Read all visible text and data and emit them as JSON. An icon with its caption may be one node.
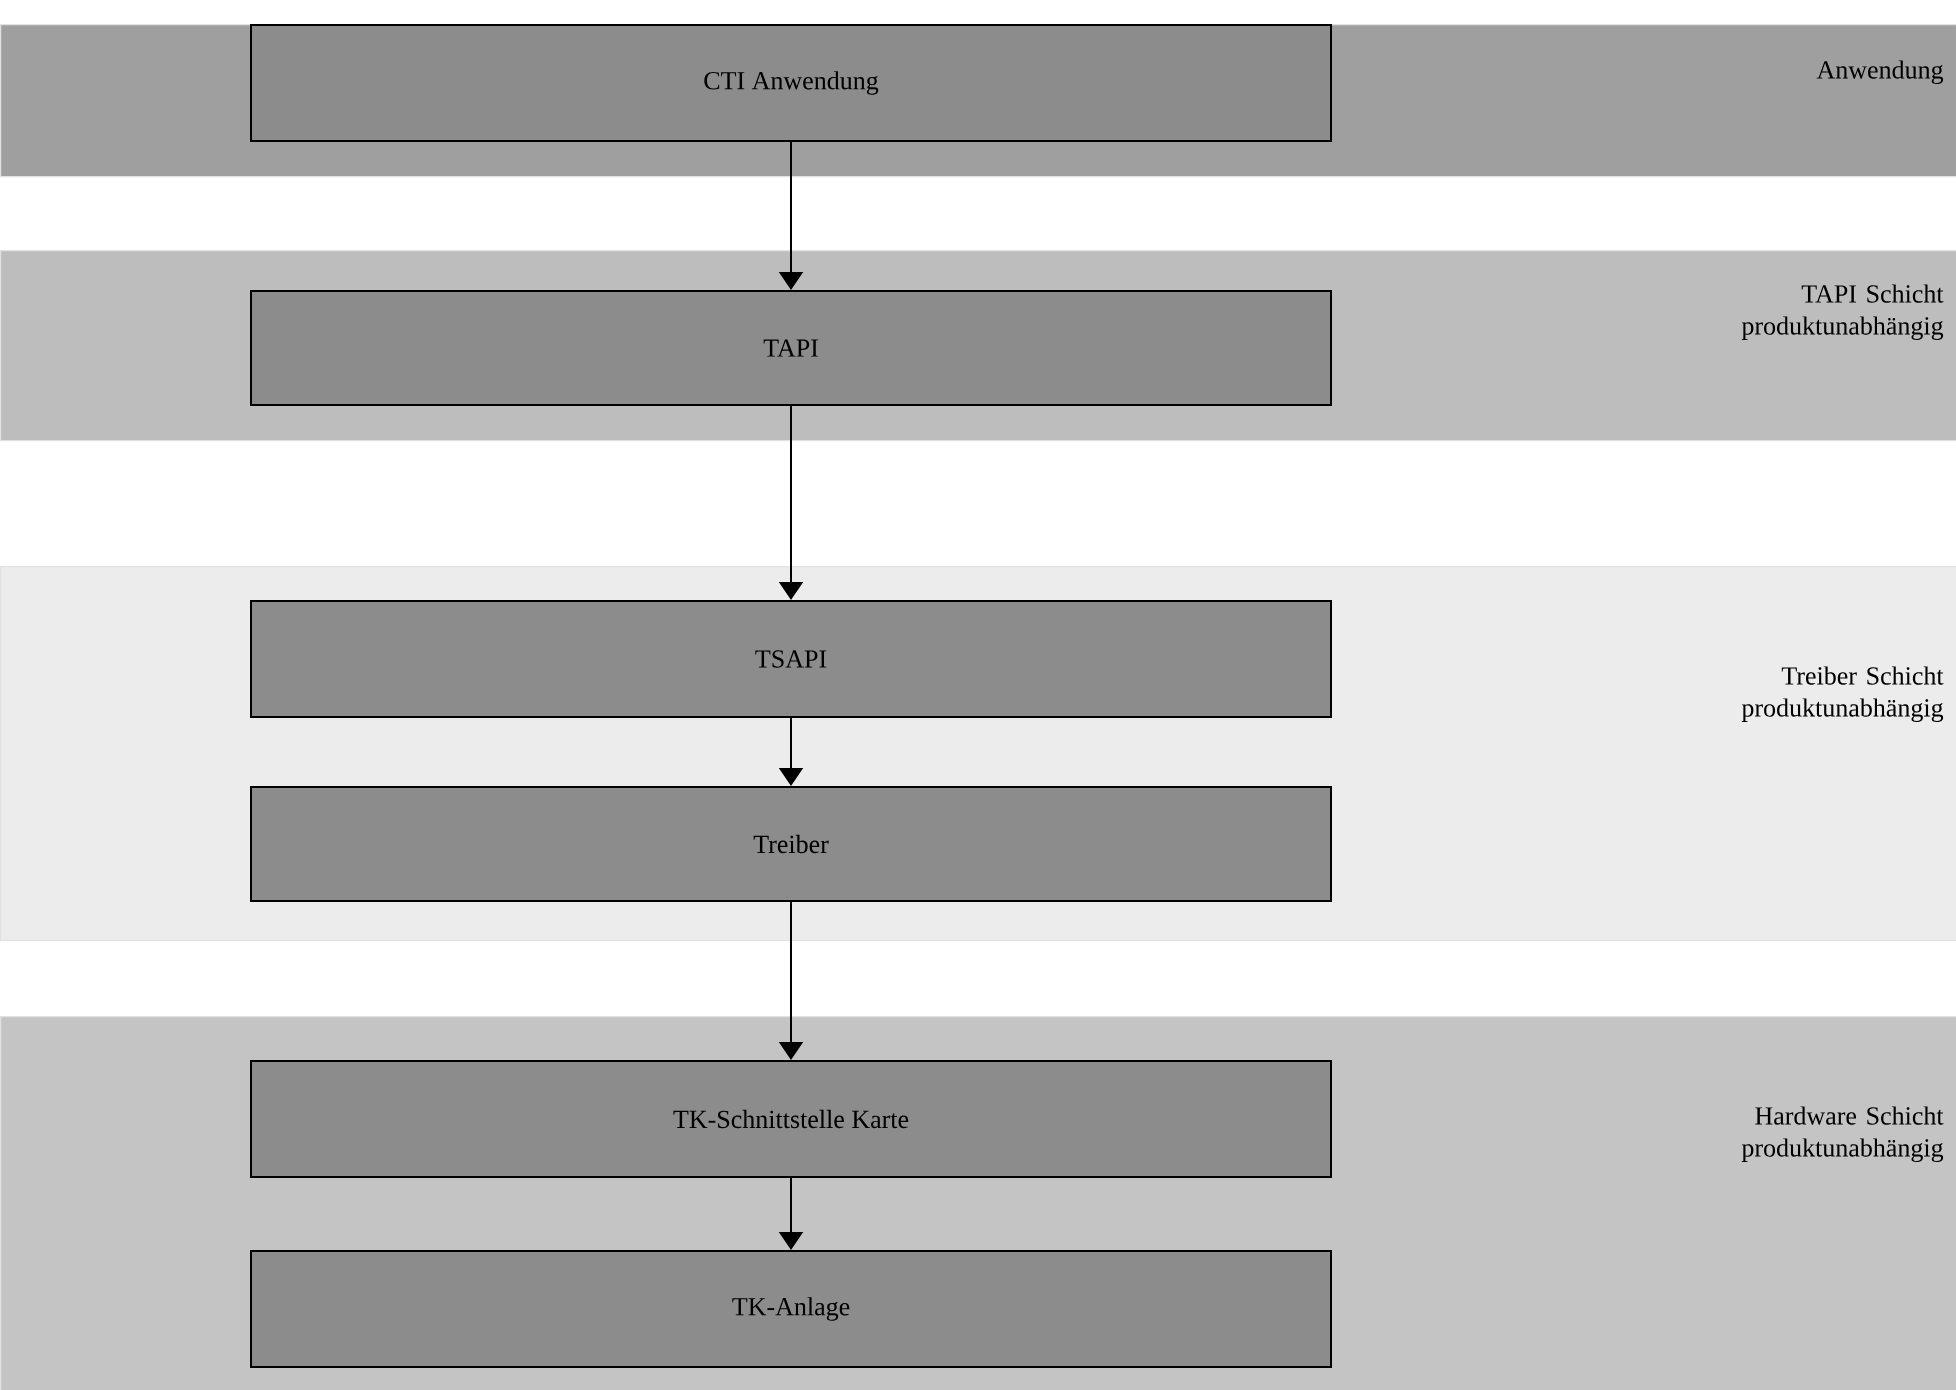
{
  "diagram": {
    "nodes": [
      {
        "text": [
          "Anwendung"
        ]
      },
      {
        "text": [
          "CTI Anwendung"
        ],
        "in": 0
      },
      {
        "text": [
          "TAPI Schicht produktunabhängig"
        ]
      },
      {
        "text": [
          "TAPI"
        ],
        "in": 2
      },
      {
        "text": [
          "Treiber Schicht produktunabhängig"
        ]
      },
      {
        "text": [
          "TSAPI"
        ],
        "in": 4
      },
      {
        "text": [
          "Treiber"
        ],
        "in": 4
      },
      {
        "text": [
          "Hardware Schicht produktunabhängig"
        ]
      },
      {
        "text": [
          "TK-Schnittstelle Karte"
        ],
        "in": 7
      },
      {
        "text": [
          "TK-Anlage"
        ],
        "in": 7
      }
    ],
    "edges": [
      {
        "from": 1,
        "to": 3,
        "arrow": "to"
      },
      {
        "from": 3,
        "to": 5,
        "arrow": "to"
      },
      {
        "from": 5,
        "to": 6,
        "arrow": "to"
      },
      {
        "from": 6,
        "to": 8,
        "arrow": "to"
      },
      {
        "from": 8,
        "to": 9,
        "arrow": "to"
      }
    ]
  }
}
